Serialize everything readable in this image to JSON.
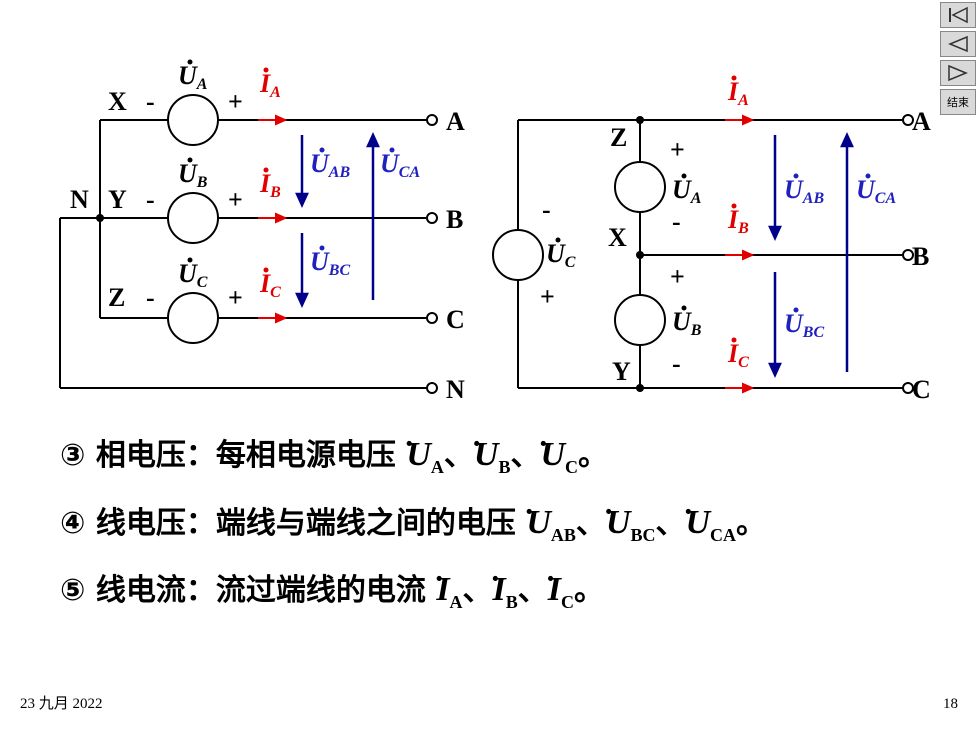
{
  "diagram": {
    "star": {
      "terminals": [
        "X",
        "Y",
        "Z"
      ],
      "lines": [
        "A",
        "B",
        "C",
        "N"
      ],
      "neutral": "N",
      "voltages": [
        "U_A",
        "U_B",
        "U_C"
      ],
      "currents": [
        "I_A",
        "I_B",
        "I_C"
      ],
      "line_voltages": [
        "U_AB",
        "U_CA",
        "U_BC"
      ],
      "minus": "-",
      "plus": "+"
    },
    "delta": {
      "terminals": [
        "Z",
        "X",
        "Y"
      ],
      "lines": [
        "A",
        "B",
        "C"
      ]
    },
    "symbols": {
      "U": "U",
      "I": "I",
      "sub_A": "A",
      "sub_B": "B",
      "sub_C": "C",
      "sub_AB": "AB",
      "sub_BC": "BC",
      "sub_CA": "CA"
    }
  },
  "bullets": [
    {
      "num": "③",
      "text": "相电压：每相电源电压",
      "syms": [
        "A",
        "B",
        "C"
      ],
      "sep": "、",
      "end": "。"
    },
    {
      "num": "④",
      "text": "线电压：端线与端线之间的电压",
      "syms": [
        "AB",
        "BC",
        "CA"
      ],
      "sep": "、",
      "end": "。"
    },
    {
      "num": "⑤",
      "text": "线电流：流过端线的电流",
      "syms": [
        "A",
        "B",
        "C"
      ],
      "sep": "、",
      "end": "。"
    }
  ],
  "footer": {
    "date": "23 九月 2022",
    "page": "18"
  },
  "nav": {
    "end_label": "结束"
  }
}
